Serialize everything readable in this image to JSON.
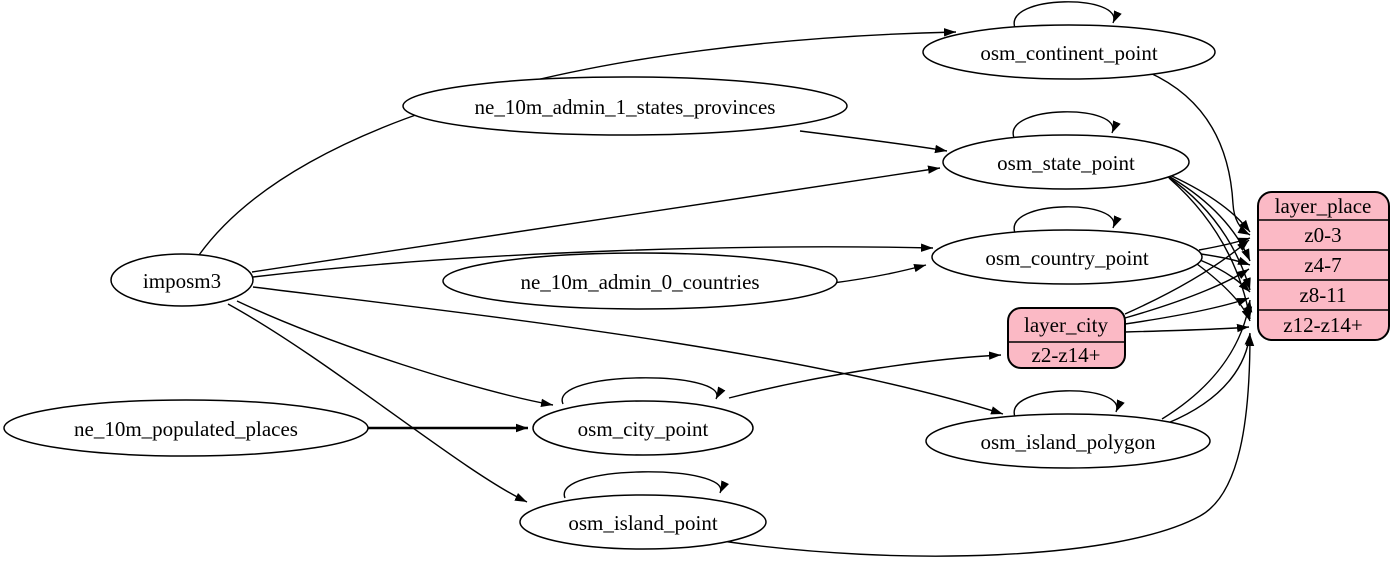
{
  "diagram": {
    "kind": "etl-dependency-graph",
    "background": "#ffffff",
    "edge_color": "#000000",
    "record_fill": "#fbb9c5",
    "nodes": {
      "imposm3": "imposm3",
      "ne_10m_admin_1_states_provinces": "ne_10m_admin_1_states_provinces",
      "ne_10m_admin_0_countries": "ne_10m_admin_0_countries",
      "ne_10m_populated_places": "ne_10m_populated_places",
      "osm_continent_point": "osm_continent_point",
      "osm_state_point": "osm_state_point",
      "osm_country_point": "osm_country_point",
      "osm_city_point": "osm_city_point",
      "osm_island_polygon": "osm_island_polygon",
      "osm_island_point": "osm_island_point"
    },
    "records": {
      "layer_city": {
        "title": "layer_city",
        "rows": [
          "z2-z14+"
        ]
      },
      "layer_place": {
        "title": "layer_place",
        "rows": [
          "z0-3",
          "z4-7",
          "z8-11",
          "z12-z14+"
        ]
      }
    },
    "edges": [
      {
        "from": "imposm3",
        "to": "osm_continent_point"
      },
      {
        "from": "imposm3",
        "to": "osm_state_point"
      },
      {
        "from": "imposm3",
        "to": "osm_country_point"
      },
      {
        "from": "imposm3",
        "to": "osm_city_point"
      },
      {
        "from": "imposm3",
        "to": "osm_island_polygon"
      },
      {
        "from": "imposm3",
        "to": "osm_island_point"
      },
      {
        "from": "ne_10m_admin_1_states_provinces",
        "to": "osm_state_point"
      },
      {
        "from": "ne_10m_admin_0_countries",
        "to": "osm_country_point"
      },
      {
        "from": "ne_10m_populated_places",
        "to": "osm_city_point"
      },
      {
        "from": "osm_continent_point",
        "to": "osm_continent_point"
      },
      {
        "from": "osm_state_point",
        "to": "osm_state_point"
      },
      {
        "from": "osm_country_point",
        "to": "osm_country_point"
      },
      {
        "from": "osm_city_point",
        "to": "osm_city_point"
      },
      {
        "from": "osm_island_polygon",
        "to": "osm_island_polygon"
      },
      {
        "from": "osm_island_point",
        "to": "osm_island_point"
      },
      {
        "from": "osm_city_point",
        "to": "layer_city:z2-z14+"
      },
      {
        "from": "osm_continent_point",
        "to": "layer_place:z0-3"
      },
      {
        "from": "osm_state_point",
        "to": "layer_place:z0-3"
      },
      {
        "from": "osm_state_point",
        "to": "layer_place:z4-7"
      },
      {
        "from": "osm_state_point",
        "to": "layer_place:z8-11"
      },
      {
        "from": "osm_state_point",
        "to": "layer_place:z12-z14+"
      },
      {
        "from": "osm_country_point",
        "to": "layer_place:z0-3"
      },
      {
        "from": "osm_country_point",
        "to": "layer_place:z4-7"
      },
      {
        "from": "osm_country_point",
        "to": "layer_place:z8-11"
      },
      {
        "from": "osm_country_point",
        "to": "layer_place:z12-z14+"
      },
      {
        "from": "layer_city",
        "to": "layer_place:z0-3"
      },
      {
        "from": "layer_city",
        "to": "layer_place:z4-7"
      },
      {
        "from": "layer_city",
        "to": "layer_place:z8-11"
      },
      {
        "from": "layer_city",
        "to": "layer_place:z12-z14+"
      },
      {
        "from": "osm_island_polygon",
        "to": "layer_place:z8-11"
      },
      {
        "from": "osm_island_polygon",
        "to": "layer_place:z12-z14+"
      },
      {
        "from": "osm_island_point",
        "to": "layer_place:z12-z14+"
      }
    ]
  }
}
